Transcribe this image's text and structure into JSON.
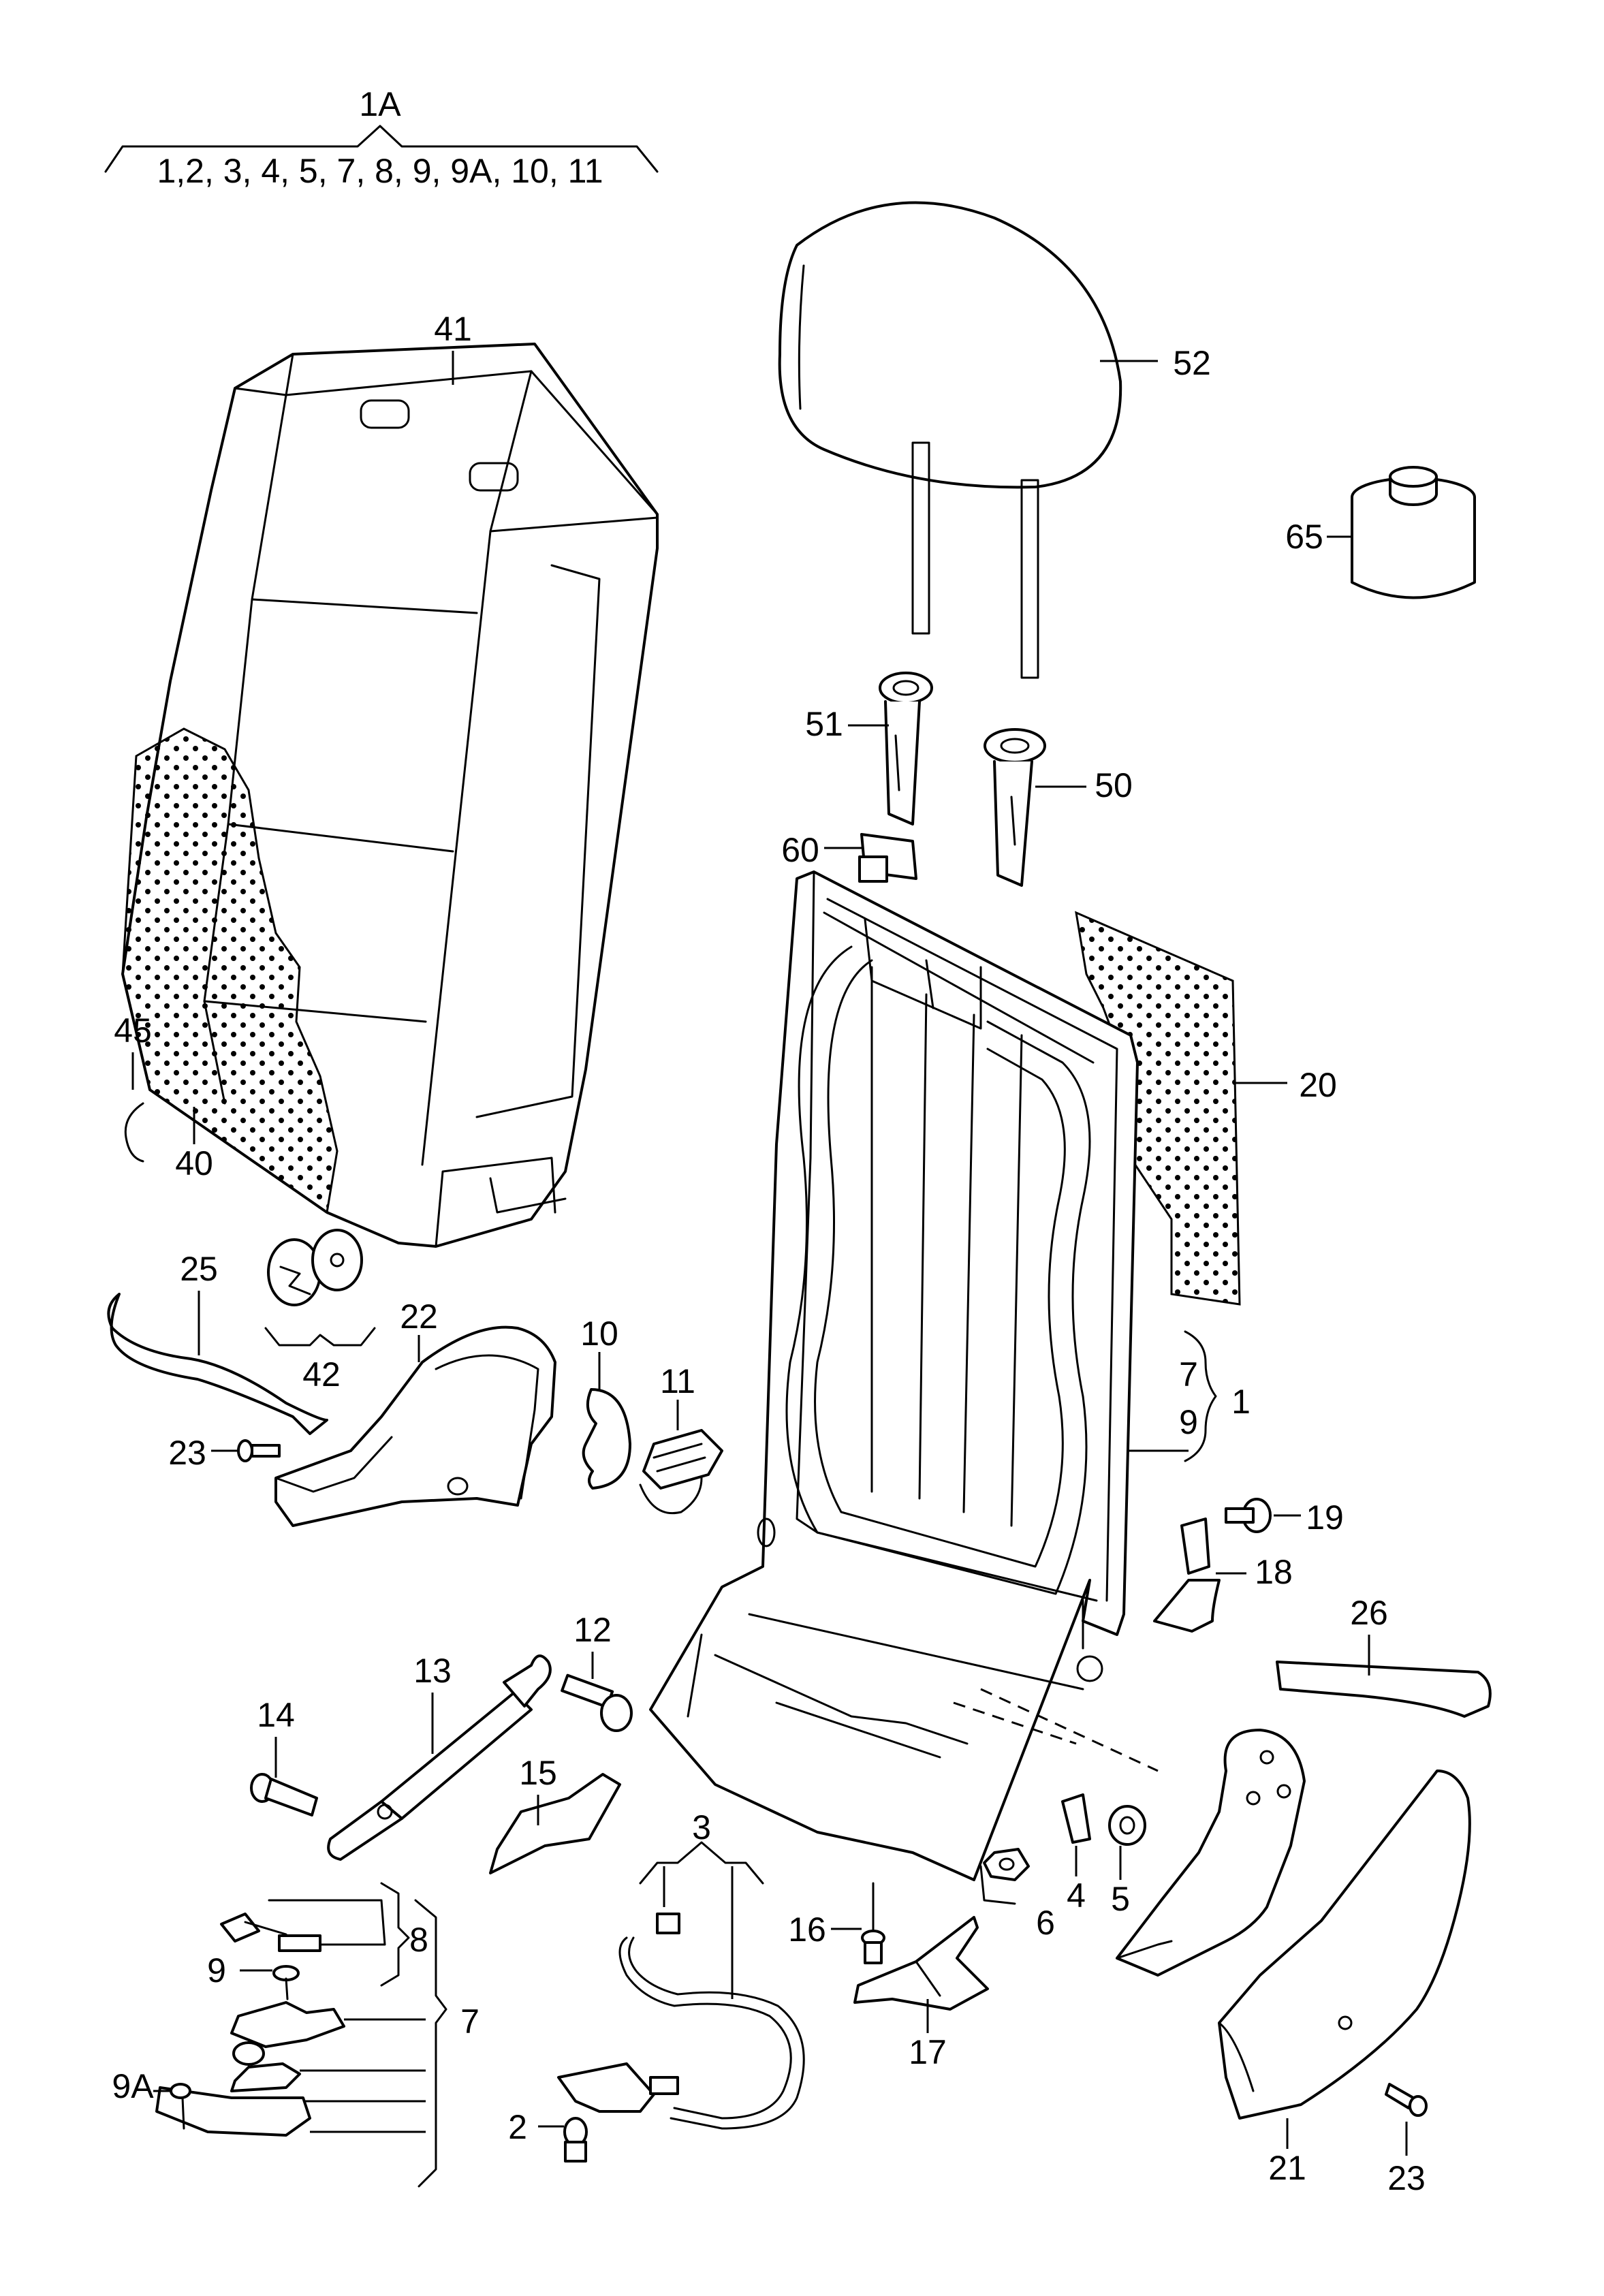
{
  "diagram": {
    "group_header": {
      "title": "1A",
      "members": "1,2, 3, 4, 5, 7, 8, 9, 9A, 10,  11"
    },
    "callouts": {
      "c41": "41",
      "c52": "52",
      "c65": "65",
      "c51": "51",
      "c50": "50",
      "c60": "60",
      "c45": "45",
      "c40": "40",
      "c20": "20",
      "c25": "25",
      "c42": "42",
      "c22": "22",
      "c10": "10",
      "c11": "11",
      "c7a": "7",
      "c9a": "9",
      "c1": "1",
      "c23a": "23",
      "c19": "19",
      "c18": "18",
      "c26": "26",
      "c12": "12",
      "c13": "13",
      "c14": "14",
      "c15": "15",
      "c3": "3",
      "c8": "8",
      "c9b": "9",
      "c7b": "7",
      "c9A": "9A",
      "c16": "16",
      "c17": "17",
      "c4": "4",
      "c5": "5",
      "c6": "6",
      "c2": "2",
      "c21": "21",
      "c23b": "23"
    }
  }
}
